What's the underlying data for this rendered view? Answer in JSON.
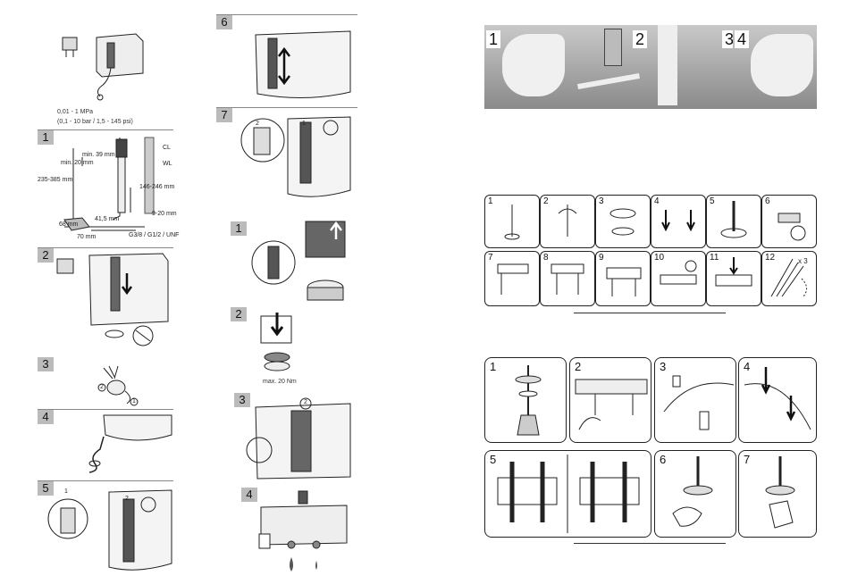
{
  "pressure": {
    "line1": "0,01 - 1 MPa",
    "line2": "(0,1 - 10 bar / 1,5 - 145 psi)"
  },
  "fill_valve_steps": [
    "1",
    "2",
    "3",
    "4",
    "5",
    "6",
    "7"
  ],
  "dims": {
    "min39": "min. 39 mm",
    "min20": "min. 20 mm",
    "range235": "235-385 mm",
    "cl": "CL",
    "wl": "WL",
    "range146": "146-246 mm",
    "range920": "9-20 mm",
    "d415": "41,5 mm",
    "d68": "68 mm",
    "d70": "70 mm",
    "thread": "G3/8 / G1/2 / UNF"
  },
  "flush_valve_steps": [
    "1",
    "2",
    "3",
    "4"
  ],
  "torque": "max. 20 Nm",
  "callouts": {
    "one": "1",
    "two": "2"
  },
  "install_photos": [
    "1",
    "2",
    "3",
    "4"
  ],
  "seat_steps": [
    "1",
    "2",
    "3",
    "4",
    "5",
    "6",
    "7",
    "8",
    "9",
    "10",
    "11",
    "12"
  ],
  "repeat_label": "x 3",
  "seat_fix_steps": [
    "1",
    "2",
    "3",
    "4",
    "5",
    "6",
    "7"
  ],
  "colors": {
    "step_badge": "#bbbbbb",
    "line": "#222222"
  }
}
